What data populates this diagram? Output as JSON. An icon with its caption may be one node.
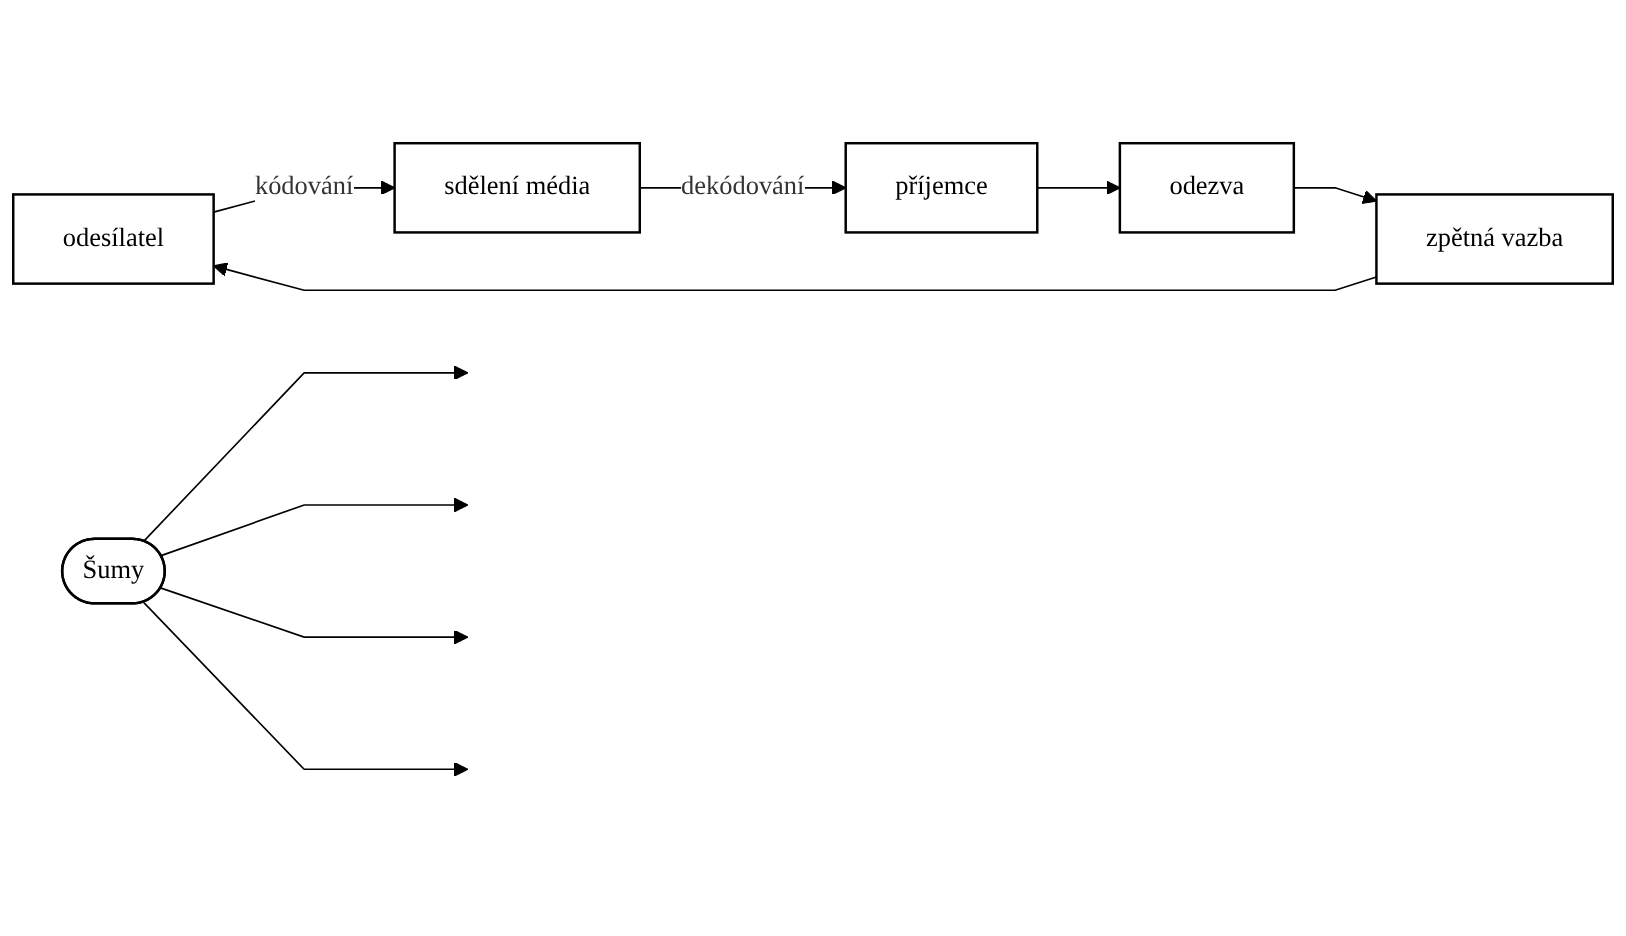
{
  "diagram": {
    "nodes": [
      {
        "text": [
          "odesílatel"
        ]
      },
      {
        "text": [
          "sdělení média"
        ]
      },
      {
        "text": [
          "příjemce"
        ]
      },
      {
        "text": [
          "Šumy"
        ]
      },
      {
        "text": [
          "odezva"
        ]
      },
      {
        "text": [
          "zpětná vazba"
        ]
      }
    ],
    "edges": [
      {
        "from": 0,
        "to": 1,
        "arrow": "to",
        "label": "kódování"
      },
      {
        "from": 1,
        "to": 2,
        "arrow": "to",
        "label": "dekódování"
      },
      {
        "from": 2,
        "to": 4,
        "arrow": "to"
      },
      {
        "from": 4,
        "to": 5,
        "arrow": "to"
      },
      {
        "from": 5,
        "to": 0,
        "arrow": "to"
      },
      {
        "from": 3,
        "to": null,
        "arrow": "to"
      },
      {
        "from": 3,
        "to": null,
        "arrow": "to"
      },
      {
        "from": 3,
        "to": null,
        "arrow": "to"
      },
      {
        "from": 3,
        "to": null,
        "arrow": "to"
      }
    ]
  }
}
